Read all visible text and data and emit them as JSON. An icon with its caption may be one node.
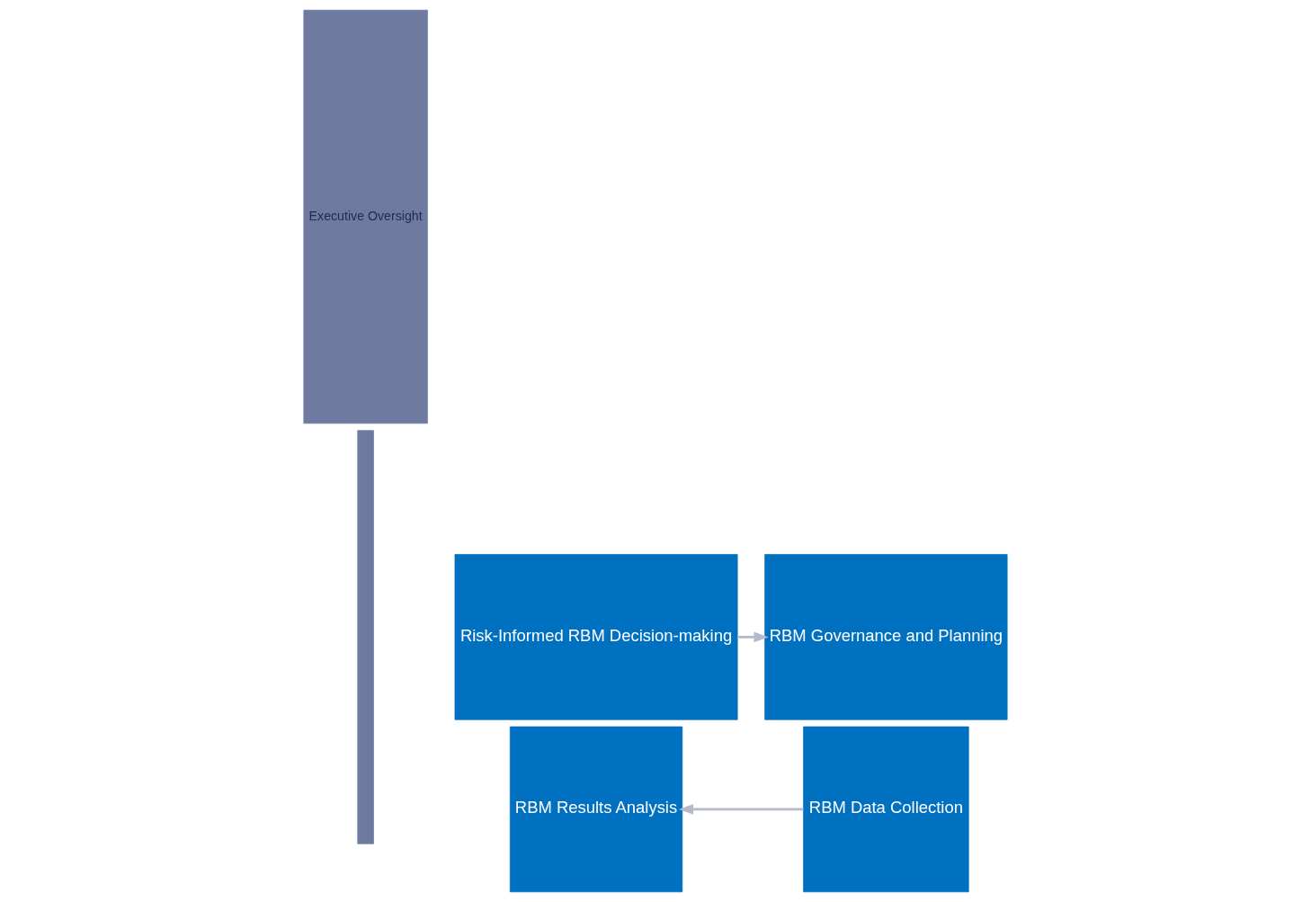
{
  "diagram": {
    "nodes": [
      {
        "text": [
          "Executive Oversight"
        ]
      },
      {
        "text": [
          "Risk-Informed RBM Decision-making"
        ]
      },
      {
        "text": [
          "RBM Governance and Planning"
        ]
      },
      {
        "text": [
          "RBM Results Analysis"
        ]
      },
      {
        "text": [
          "RBM Data Collection"
        ]
      }
    ],
    "edges": [
      {
        "from": 1,
        "to": 2,
        "arrow": "to"
      },
      {
        "from": 4,
        "to": 3,
        "arrow": "to"
      }
    ]
  }
}
